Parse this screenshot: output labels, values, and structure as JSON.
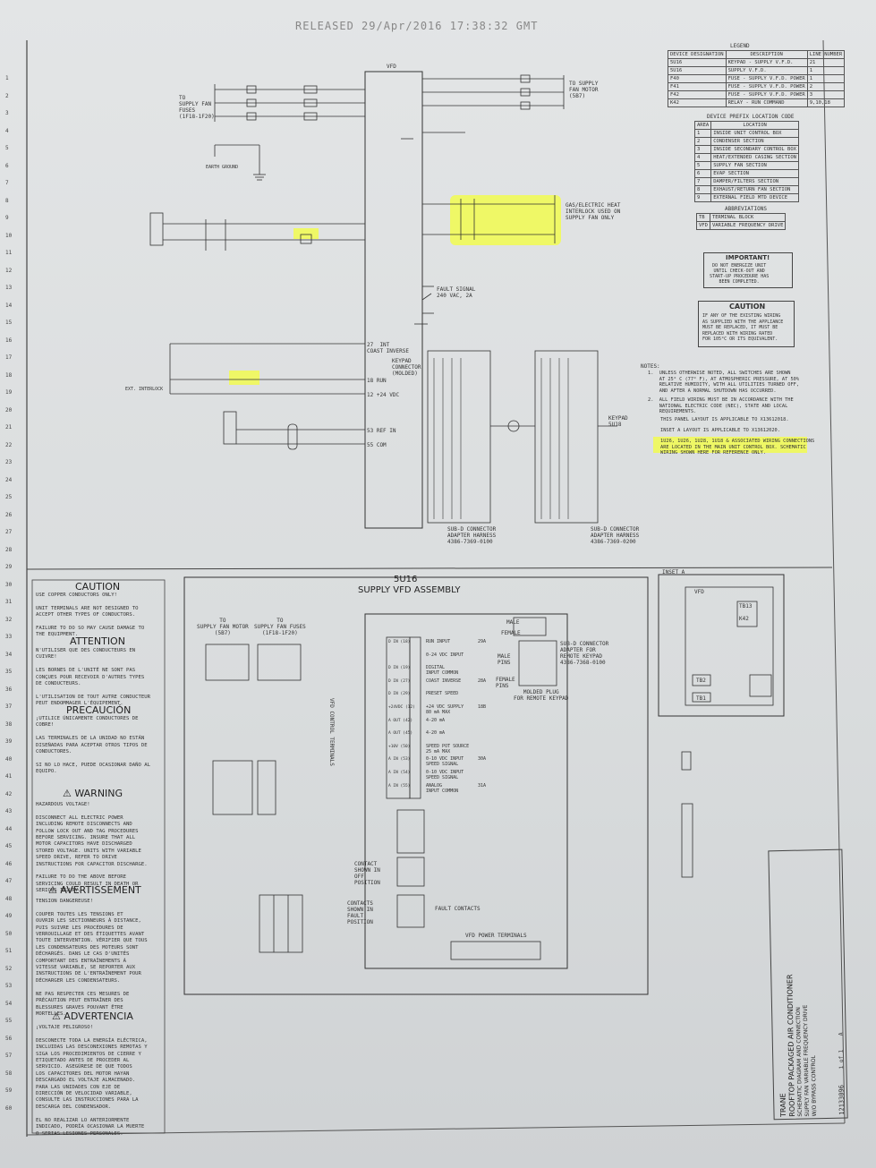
{
  "header": {
    "released": "RELEASED 29/Apr/2016 17:38:32 GMT"
  },
  "row_numbers": [
    "1",
    "2",
    "3",
    "4",
    "5",
    "6",
    "7",
    "8",
    "9",
    "10",
    "11",
    "12",
    "13",
    "14",
    "15",
    "16",
    "17",
    "18",
    "19",
    "20",
    "21",
    "22",
    "23",
    "24",
    "25",
    "26",
    "27",
    "28",
    "29",
    "30",
    "31",
    "32",
    "33",
    "34",
    "35",
    "36",
    "37",
    "38",
    "39",
    "40",
    "41",
    "42",
    "43",
    "44",
    "45",
    "46",
    "47",
    "48",
    "49",
    "50",
    "51",
    "52",
    "53",
    "54",
    "55",
    "56",
    "57",
    "58",
    "59",
    "60"
  ],
  "legend": {
    "title": "LEGEND",
    "headers": [
      "DEVICE DESIGNATION",
      "DESCRIPTION",
      "LINE NUMBER"
    ],
    "rows": [
      [
        "5U16",
        "KEYPAD - SUPPLY V.F.D.",
        "21"
      ],
      [
        "5U16",
        "SUPPLY V.F.D.",
        "1"
      ],
      [
        "F40",
        "FUSE - SUPPLY V.F.D. POWER",
        "1"
      ],
      [
        "F41",
        "FUSE - SUPPLY V.F.D. POWER",
        "2"
      ],
      [
        "F42",
        "FUSE - SUPPLY V.F.D. POWER",
        "3"
      ],
      [
        "K42",
        "RELAY - RUN COMMAND",
        "9,10,18"
      ]
    ]
  },
  "prefix": {
    "title": "DEVICE PREFIX LOCATION CODE",
    "headers": [
      "AREA",
      "LOCATION"
    ],
    "rows": [
      [
        "1",
        "INSIDE UNIT CONTROL BOX"
      ],
      [
        "2",
        "CONDENSER SECTION"
      ],
      [
        "3",
        "INSIDE SECONDARY CONTROL BOX"
      ],
      [
        "4",
        "HEAT/EXTENDED CASING SECTION"
      ],
      [
        "5",
        "SUPPLY FAN SECTION"
      ],
      [
        "6",
        "EVAP SECTION"
      ],
      [
        "7",
        "DAMPER/FILTERS SECTION"
      ],
      [
        "8",
        "EXHAUST/RETURN FAN SECTION"
      ],
      [
        "9",
        "EXTERNAL FIELD MTD DEVICE"
      ]
    ]
  },
  "abbrev": {
    "title": "ABBREVIATIONS",
    "rows": [
      [
        "TB",
        "TERMINAL BLOCK"
      ],
      [
        "VFD",
        "VARIABLE FREQUENCY DRIVE"
      ]
    ]
  },
  "important": {
    "title": "IMPORTANT!",
    "text": "DO NOT ENERGIZE UNIT\nUNTIL CHECK-OUT AND\nSTART-UP PROCEDURE HAS\nBEEN COMPLETED."
  },
  "caution_box": {
    "title": "CAUTION",
    "text": "IF ANY OF THE EXISTING WIRING\nAS SUPPLIED WITH THE APPLIANCE\nMUST BE REPLACED, IT MUST BE\nREPLACED WITH WIRING RATED\nFOR 105°C OR ITS EQUIVALENT."
  },
  "notes": {
    "title": "NOTES:",
    "n1": "1.  UNLESS OTHERWISE NOTED, ALL SWITCHES ARE SHOWN\n    AT 25° C (77° F), AT ATMOSPHERIC PRESSURE, AT 50%\n    RELATIVE HUMIDITY, WITH ALL UTILITIES TURNED OFF,\n    AND AFTER A NORMAL SHUTDOWN HAS OCCURRED.",
    "n2": "2.  ALL FIELD WIRING MUST BE IN ACCORDANCE WITH THE\n    NATIONAL ELECTRIC CODE (NEC), STATE AND LOCAL\n    REQUIREMENTS.",
    "n3": "THIS PANEL LAYOUT IS APPLICABLE TO X13612018.",
    "n4": "INSET A LAYOUT IS APPLICABLE TO X13612020.",
    "n5": "1U26, 1U26, 1U28, 1U18 & ASSOCIATED WIRING CONNECTIONS\nARE LOCATED IN THE MAIN UNIT CONTROL BOX. SCHEMATIC\nWIRING SHOWN HERE FOR REFERENCE ONLY."
  },
  "schematic": {
    "vfd": "VFD",
    "supply_fan_fuses": "TO\nSUPPLY FAN\nFUSES\n(1F18-1F20)",
    "supply_fan_motor": "TO SUPPLY\nFAN MOTOR\n(5B7)",
    "earth_ground": "EARTH GROUND",
    "gas_interlock": "GAS/ELECTRIC HEAT\nINTERLOCK USED ON\nSUPPLY FAN ONLY",
    "fault_signal": "FAULT SIGNAL\n240 VAC, 2A",
    "coast_inverse": "27  INT\nCOAST INVERSE",
    "run": "18  RUN",
    "vdc": "12  +24 VDC",
    "ref_in": "53  REF IN",
    "com": "55  COM",
    "keypad_connector": "KEYPAD\nCONNECTOR\n(MOLDED)",
    "ext_interlock": "EXT. INTERLOCK",
    "subd_1": "SUB-D CONNECTOR\nADAPTER HARNESS\n4386-7369-0100",
    "subd_2": "SUB-D CONNECTOR\nADAPTER HARNESS\n4386-7369-0200",
    "keypad": "KEYPAD\n5U18"
  },
  "caution_panel": {
    "caution_title": "CAUTION",
    "caution_text": "USE COPPER CONDUCTORS ONLY!\n\nUNIT TERMINALS ARE NOT DESIGNED TO\nACCEPT OTHER TYPES OF CONDUCTORS.\n\nFAILURE TO DO SO MAY CAUSE DAMAGE TO\nTHE EQUIPMENT.",
    "attention_title": "ATTENTION",
    "attention_text": "N'UTILISER QUE DES CONDUCTEURS EN\nCUIVRE!\n\nLES BORNES DE L'UNITÉ NE SONT PAS\nCONÇUES POUR RECEVOIR D'AUTRES TYPES\nDE CONDUCTEURS.\n\nL'UTILISATION DE TOUT AUTRE CONDUCTEUR\nPEUT ENDOMMAGER L'ÉQUIPEMENT.",
    "precaucion_title": "PRECAUCIÓN",
    "precaucion_text": "¡UTILICE ÚNICAMENTE CONDUCTORES DE\nCOBRE!\n\nLAS TERMINALES DE LA UNIDAD NO ESTÁN\nDISEÑADAS PARA ACEPTAR OTROS TIPOS DE\nCONDUCTORES.\n\nSI NO LO HACE, PUEDE OCASIONAR DAÑO AL\nEQUIPO.",
    "warning_title": "WARNING",
    "warning_text": "HAZARDOUS VOLTAGE!\n\nDISCONNECT ALL ELECTRIC POWER\nINCLUDING REMOTE DISCONNECTS AND\nFOLLOW LOCK OUT AND TAG PROCEDURES\nBEFORE SERVICING. INSURE THAT ALL\nMOTOR CAPACITORS HAVE DISCHARGED\nSTORED VOLTAGE. UNITS WITH VARIABLE\nSPEED DRIVE, REFER TO DRIVE\nINSTRUCTIONS FOR CAPACITOR DISCHARGE.\n\nFAILURE TO DO THE ABOVE BEFORE\nSERVICING COULD RESULT IN DEATH OR\nSERIOUS INJURY.",
    "avert_title": "AVERTISSEMENT",
    "avert_text": "TENSION DANGEREUSE!\n\nCOUPER TOUTES LES TENSIONS ET\nOUVRIR LES SECTIONNEURS À DISTANCE,\nPUIS SUIVRE LES PROCÉDURES DE\nVERROUILLAGE ET DES ÉTIQUETTES AVANT\nTOUTE INTERVENTION. VÉRIFIER QUE TOUS\nLES CONDENSATEURS DES MOTEURS SONT\nDÉCHARGÉS. DANS LE CAS D'UNITÉS\nCOMPORTANT DES ENTRAÎNEMENTS À\nVITESSE VARIABLE, SE REPORTER AUX\nINSTRUCTIONS DE L'ENTRAÎNEMENT POUR\nDÉCHARGER LES CONDENSATEURS.\n\nNE PAS RESPECTER CES MESURES DE\nPRÉCAUTION PEUT ENTRAÎNER DES\nBLESSURES GRAVES POUVANT ÊTRE\nMORTELLES.",
    "advert_title": "ADVERTENCIA",
    "advert_text": "¡VOLTAJE PELIGROSO!\n\nDESCONECTE TODA LA ENERGÍA ELÉCTRICA,\nINCLUIDAS LAS DESCONEXIONES REMOTAS Y\nSIGA LOS PROCEDIMIENTOS DE CIERRE Y\nETIQUETADO ANTES DE PROCEDER AL\nSERVICIO. ASEGÚRESE DE QUE TODOS\nLOS CAPACITORES DEL MOTOR HAYAN\nDESCARGADO EL VOLTAJE ALMACENADO.\nPARA LAS UNIDADES CON EJE DE\nDIRECCIÓN DE VELOCIDAD VARIABLE,\nCONSULTE LAS INSTRUCCIONES PARA LA\nDESCARGA DEL CONDENSADOR.\n\nEL NO REALIZAR LO ANTERIORMENTE\nINDICADO, PODRÍA OCASIONAR LA MUERTE\nO SERIAS LESIONES PERSONALES."
  },
  "assembly": {
    "title1": "5U16",
    "title2": "SUPPLY VFD ASSEMBLY",
    "to_motor": "TO\nSUPPLY FAN MOTOR\n(5B7)",
    "to_fuses": "TO\nSUPPLY FAN FUSES\n(1F18-1F20)",
    "vfd_control_terminals": "VFD CONTROL TERMINALS",
    "vfd_power_terminals": "VFD POWER TERMINALS",
    "fault_contacts": "FAULT CONTACTS",
    "contacts_shown": "CONTACTS\nSHOWN IN\nFAULT\nPOSITION",
    "contact_off": "CONTACT\nSHOWN IN\nOFF\nPOSITION",
    "male": "MALE",
    "female": "FEMALE",
    "male_pins": "MALE\nPINS",
    "female_pins": "FEMALE\nPINS",
    "molded_plug": "MOLDED PLUG\nFOR REMOTE KEYPAD",
    "subd_remote": "SUB-D CONNECTOR\nADAPTER FOR\nREMOTE KEYPAD\n4386-7368-0100",
    "terminals": [
      [
        "D IN (18)",
        "RUN INPUT",
        "29A"
      ],
      [
        "",
        "0-24 VDC INPUT",
        ""
      ],
      [
        "D IN (19)",
        "DIGITAL\nINPUT COMMON",
        ""
      ],
      [
        "D IN (27)",
        "COAST INVERSE",
        "28A"
      ],
      [
        "D IN (29)",
        "PRESET SPEED",
        ""
      ],
      [
        "+24VDC (12)",
        "+24 VDC SUPPLY\n80 mA MAX",
        "18B"
      ],
      [
        "A OUT (42)",
        "4-20 mA",
        ""
      ],
      [
        "A OUT (45)",
        "4-20 mA",
        ""
      ],
      [
        "+10V (50)",
        "SPEED POT SOURCE\n25 mA MAX",
        ""
      ],
      [
        "A IN (53)",
        "0-10 VDC INPUT\nSPEED SIGNAL",
        "30A"
      ],
      [
        "A IN (54)",
        "0-10 VDC INPUT\nSPEED SIGNAL",
        ""
      ],
      [
        "A IN (55)",
        "ANALOG\nINPUT COMMON",
        "31A"
      ]
    ]
  },
  "inset": {
    "title": "INSET A",
    "vfd": "VFD",
    "tb13": "TB13",
    "k42": "K42",
    "tb2": "TB2",
    "tb1": "TB1"
  },
  "title_block": {
    "company": "TRANE",
    "title": "ROOFTOP PACKAGED AIR CONDITIONER",
    "subtitle": "SCHEMATIC DIAGRAM AND CONNECTION\nSUPPLY FAN VARIABLE FREQUENCY DRIVE\nW/O BYPASS CONTROL",
    "drawing_no": "12133096",
    "sheet": "1 of 1",
    "rev": "A"
  }
}
